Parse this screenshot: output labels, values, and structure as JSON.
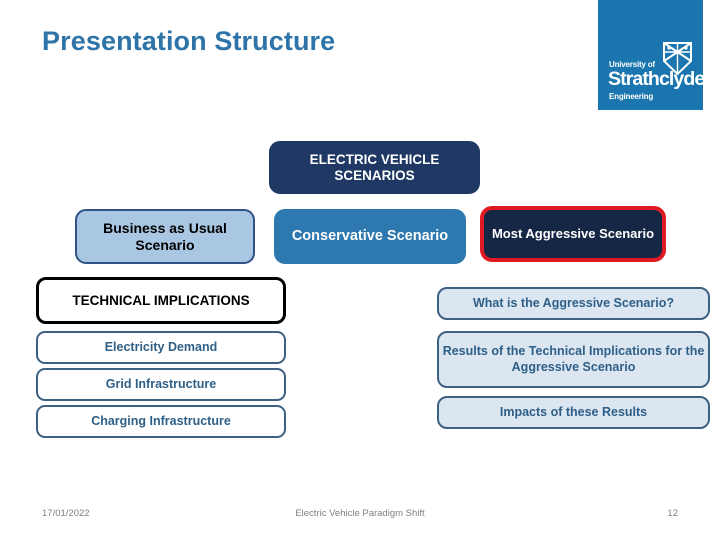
{
  "slide": {
    "title": "Presentation Structure"
  },
  "logo": {
    "name": "university-of-strathclyde-engineering-logo",
    "line1": "University of",
    "line2": "Strathclyde",
    "line3": "Engineering",
    "background_color": "#1B76AF",
    "text_color": "#FFFFFF"
  },
  "diagram": {
    "header": {
      "label": "ELECTRIC VEHICLE SCENARIOS",
      "fill": "#1F3864",
      "text_color": "#FFFFFF"
    },
    "scenarios": [
      {
        "label": "Business as Usual Scenario",
        "fill": "#A9C6E3",
        "border": "#2E5384",
        "text_color": "#000000"
      },
      {
        "label": "Conservative Scenario",
        "fill": "#2E78B0",
        "border": "#2E78B0",
        "text_color": "#FFFFFF"
      },
      {
        "label": "Most Aggressive Scenario",
        "fill": "#152744",
        "border": "#E01A23",
        "text_color": "#FFFFFF",
        "highlighted": true
      }
    ],
    "left_column": {
      "header": {
        "label": "TECHNICAL IMPLICATIONS",
        "fill": "#FFFFFF",
        "border": "#000000",
        "text_color": "#000000"
      },
      "items": [
        {
          "label": "Electricity Demand"
        },
        {
          "label": "Grid Infrastructure"
        },
        {
          "label": "Charging Infrastructure"
        }
      ],
      "item_fill": "#FFFFFF",
      "item_border": "#3C6183",
      "item_text_color": "#2E5F87"
    },
    "right_column": {
      "items": [
        {
          "label": "What is the Aggressive Scenario?"
        },
        {
          "label": "Results of the Technical Implications for the Aggressive Scenario"
        },
        {
          "label": "Impacts of these Results"
        }
      ],
      "item_fill": "#DCE6F1",
      "item_border": "#3C6183",
      "item_text_color": "#2E5F87"
    }
  },
  "footer": {
    "date": "17/01/2022",
    "center_text": "Electric Vehicle Paradigm Shift",
    "page_number": "12",
    "text_color": "#808080"
  },
  "theme": {
    "title_color": "#2E74A8",
    "slide_background": "#FFFFFF"
  }
}
